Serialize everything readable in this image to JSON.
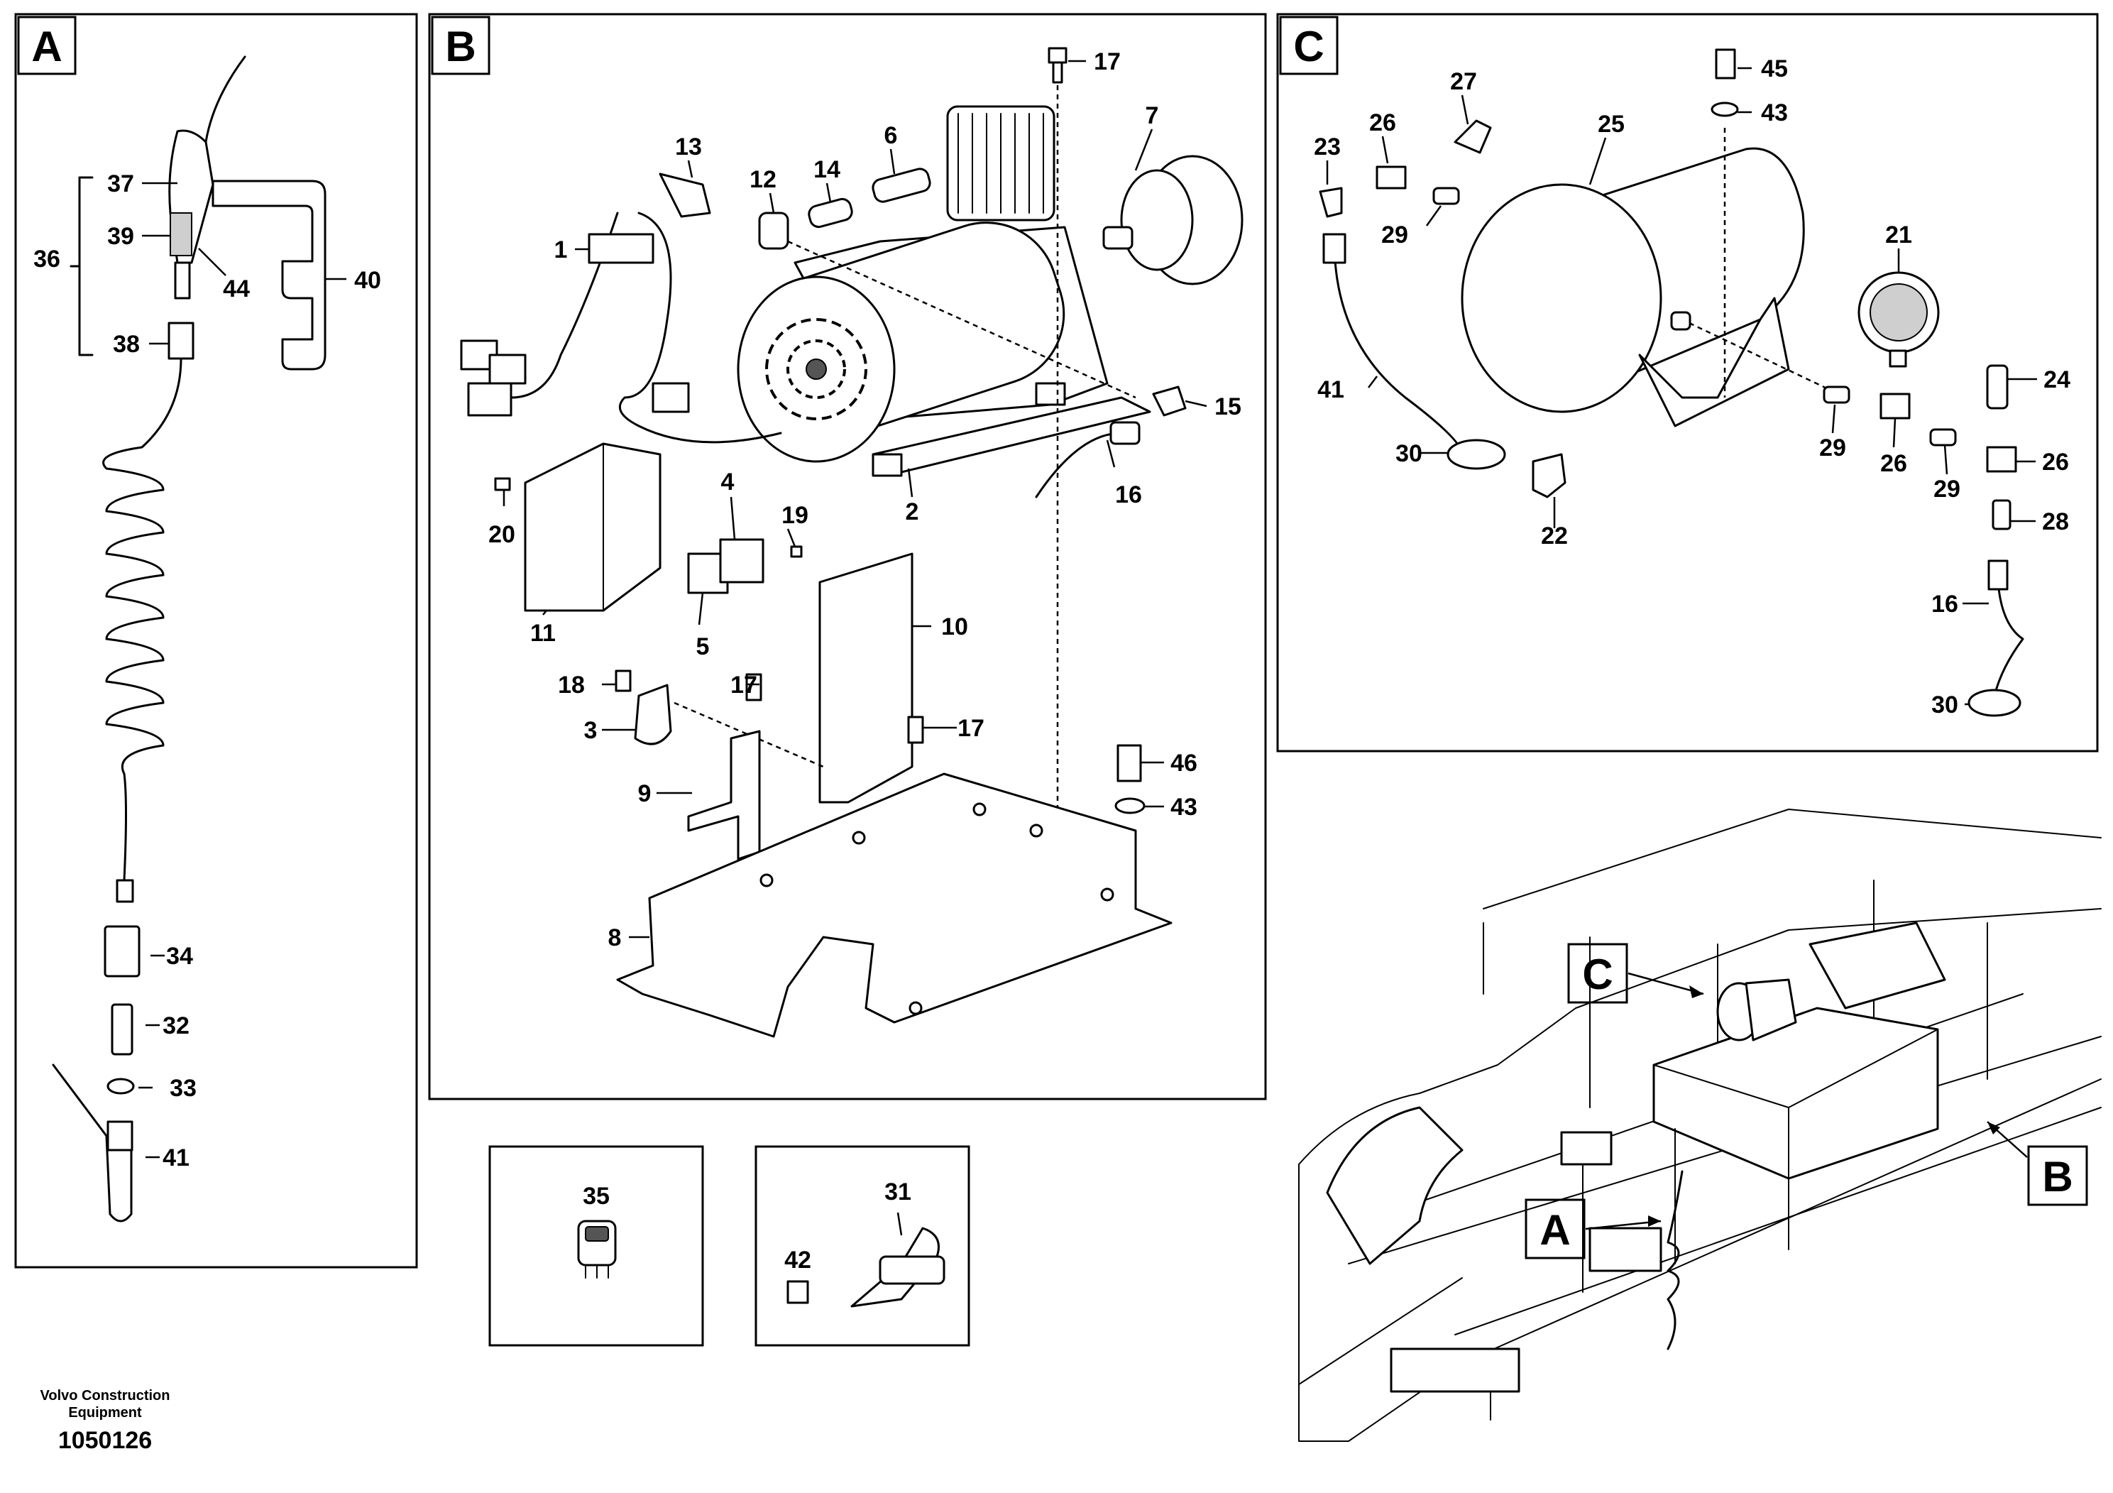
{
  "sections": {
    "a": "A",
    "b": "B",
    "c": "C"
  },
  "section_a_labels": {
    "p36": "36",
    "p37": "37",
    "p39": "39",
    "p44": "44",
    "p40": "40",
    "p38": "38",
    "p34": "34",
    "p32": "32",
    "p33": "33",
    "p41": "41"
  },
  "section_b_labels": {
    "p13": "13",
    "p1": "1",
    "p12": "12",
    "p14": "14",
    "p6": "6",
    "p17a": "17",
    "p7": "7",
    "p15": "15",
    "p16": "16",
    "p2": "2",
    "p20": "20",
    "p4": "4",
    "p19": "19",
    "p11": "11",
    "p5": "5",
    "p10": "10",
    "p18": "18",
    "p17b": "17",
    "p17c": "17",
    "p3": "3",
    "p9": "9",
    "p46": "46",
    "p43": "43",
    "p8": "8"
  },
  "section_c_labels": {
    "p45": "45",
    "p43": "43",
    "p27": "27",
    "p23": "23",
    "p26a": "26",
    "p25": "25",
    "p29a": "29",
    "p21": "21",
    "p24": "24",
    "p41": "41",
    "p30a": "30",
    "p22": "22",
    "p29b": "29",
    "p26b": "26",
    "p29c": "29",
    "p26c": "26",
    "p28": "28",
    "p16": "16",
    "p30b": "30"
  },
  "small_boxes": {
    "p35": "35",
    "p31": "31",
    "p42": "42"
  },
  "overview_callouts": {
    "c": "C",
    "a": "A",
    "b": "B"
  },
  "footer": {
    "company_line1": "Volvo Construction",
    "company_line2": "Equipment",
    "drawing_number": "1050126"
  }
}
